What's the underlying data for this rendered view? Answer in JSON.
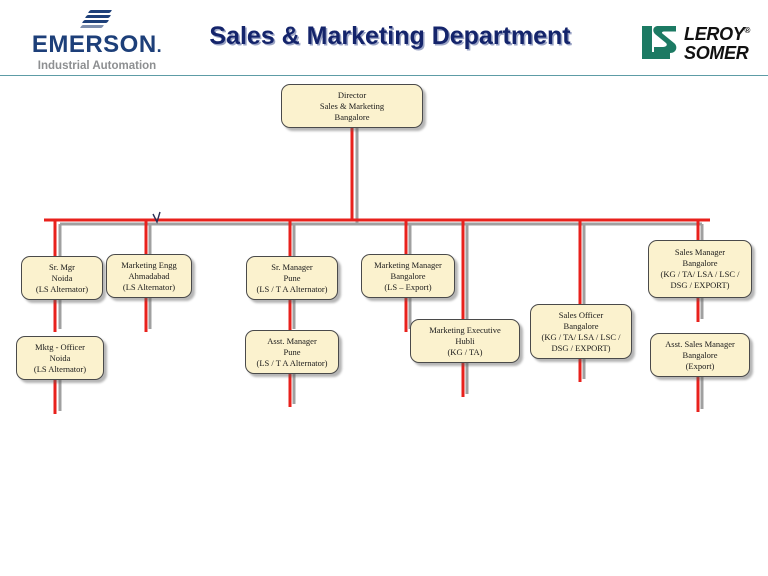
{
  "header": {
    "title": "Sales & Marketing Department",
    "title_color": "#14246b",
    "left_logo": {
      "name": "EMERSON",
      "wordmark": "EMERSON",
      "dot": ".",
      "tagline": "Industrial Automation",
      "brand_color": "#1d3f79",
      "tagline_color": "#8d8f91"
    },
    "right_logo": {
      "name": "LEROY SOMER",
      "line1": "LEROY",
      "line2": "SOMER",
      "registered": "®",
      "mark_letters": "LS",
      "brand_color": "#1c7a63"
    },
    "rule_color": "#5d9ca6"
  },
  "chart_style": {
    "node_fill": "#fbf2ce",
    "node_border": "#4a4a4a",
    "connector_red": "#e8211c",
    "connector_shadow": "#a0a0a0"
  },
  "nodes": [
    {
      "id": "director",
      "name": "director-box",
      "lines": [
        "Director",
        "Sales & Marketing",
        "Bangalore"
      ]
    },
    {
      "id": "sr-mgr-noida",
      "name": "sr-mgr-noida-box",
      "lines": [
        "Sr. Mgr",
        "Noida",
        "(LS Alternator)"
      ]
    },
    {
      "id": "mktg-officer-noida",
      "name": "mktg-officer-noida-box",
      "lines": [
        "Mktg - Officer",
        "Noida",
        "(LS Alternator)"
      ]
    },
    {
      "id": "marketing-engg-ahmadabad",
      "name": "marketing-engg-ahmadabad-box",
      "lines": [
        "Marketing Engg",
        "Ahmadabad",
        "(LS Alternator)"
      ]
    },
    {
      "id": "sr-manager-pune",
      "name": "sr-manager-pune-box",
      "lines": [
        "Sr. Manager",
        "Pune",
        "(LS / T A Alternator)"
      ]
    },
    {
      "id": "asst-manager-pune",
      "name": "asst-manager-pune-box",
      "lines": [
        "Asst. Manager",
        "Pune",
        "(LS / T A Alternator)"
      ]
    },
    {
      "id": "marketing-manager-bangalore",
      "name": "marketing-manager-bangalore-box",
      "lines": [
        "Marketing Manager",
        "Bangalore",
        "(LS – Export)"
      ]
    },
    {
      "id": "marketing-executive-hubli",
      "name": "marketing-executive-hubli-box",
      "lines": [
        "Marketing  Executive",
        "Hubli",
        "(KG / TA)"
      ]
    },
    {
      "id": "sales-officer-bangalore",
      "name": "sales-officer-bangalore-box",
      "lines": [
        "Sales Officer",
        "Bangalore",
        "(KG / TA/ LSA / LSC /",
        "DSG / EXPORT)"
      ]
    },
    {
      "id": "sales-manager-bangalore",
      "name": "sales-manager-bangalore-box",
      "lines": [
        "Sales Manager",
        "Bangalore",
        "(KG / TA/ LSA / LSC /",
        "DSG / EXPORT)"
      ]
    },
    {
      "id": "asst-sales-manager-bangalore",
      "name": "asst-sales-manager-bangalore-box",
      "lines": [
        "Asst. Sales Manager",
        "Bangalore",
        "(Export)"
      ]
    }
  ],
  "chart_data": {
    "type": "diagram",
    "diagram_type": "organization-chart",
    "title": "Sales & Marketing Department",
    "root": "Director / Sales & Marketing / Bangalore",
    "levels": 3,
    "branches": [
      "Sr. Mgr Noida (LS Alternator) → Mktg - Officer Noida (LS Alternator)",
      "Marketing Engg Ahmadabad (LS Alternator)",
      "Sr. Manager Pune (LS / T A Alternator) → Asst. Manager Pune (LS / T A Alternator)",
      "Marketing Manager Bangalore (LS – Export)",
      "Marketing Executive Hubli (KG / TA)",
      "Sales Officer Bangalore (KG / TA/ LSA / LSC / DSG / EXPORT)",
      "Sales Manager Bangalore (KG / TA/ LSA / LSC / DSG / EXPORT) → Asst. Sales Manager Bangalore (Export)"
    ]
  }
}
